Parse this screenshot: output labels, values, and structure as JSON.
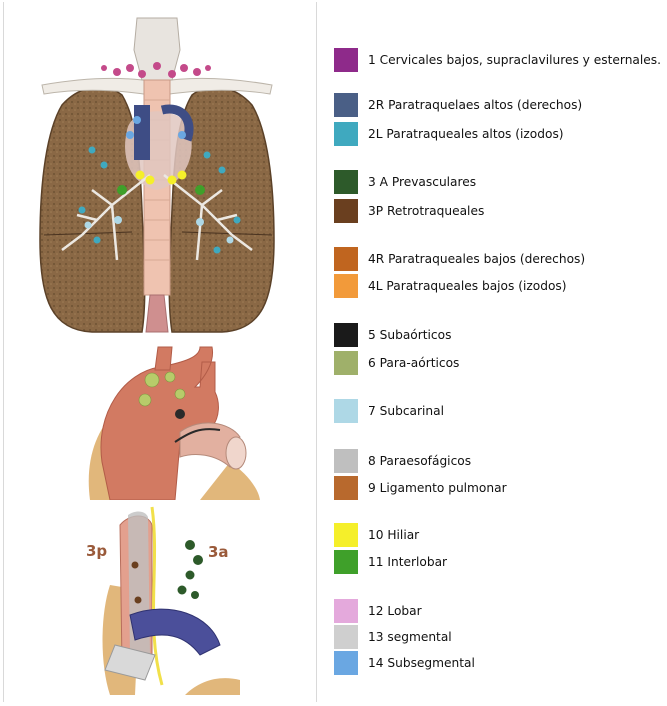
{
  "legend": [
    {
      "label": "1 Cervicales bajos, supraclavilures y esternales.",
      "color": "#8e2a8a"
    },
    {
      "label": "2R Paratraquelaes altos (derechos)",
      "color": "#4a5f86"
    },
    {
      "label": "2L Paratraqueales altos (izodos)",
      "color": "#3fa9bf"
    },
    {
      "label": "3 A Prevasculares",
      "color": "#2d5a2a"
    },
    {
      "label": "3P Retrotraqueales",
      "color": "#6a3f1f"
    },
    {
      "label": "4R Paratraqueales bajos (derechos)",
      "color": "#c0651f"
    },
    {
      "label": "4L Paratraqueales bajos (izodos)",
      "color": "#f29a3a"
    },
    {
      "label": "5 Subaórticos",
      "color": "#1a1a1a"
    },
    {
      "label": "6 Para-aórticos",
      "color": "#9fb06a"
    },
    {
      "label": "7 Subcarinal",
      "color": "#aed8e6"
    },
    {
      "label": "8 Paraesofágicos",
      "color": "#bfbfbf"
    },
    {
      "label": "9 Ligamento pulmonar",
      "color": "#b8692d"
    },
    {
      "label": "10 Hiliar",
      "color": "#f5ef2a"
    },
    {
      "label": "11 Interlobar",
      "color": "#3fa02a"
    },
    {
      "label": "12 Lobar",
      "color": "#e4a9dc"
    },
    {
      "label": "13 segmental",
      "color": "#cfcfcf"
    },
    {
      "label": "14 Subsegmental",
      "color": "#6aa7e2"
    }
  ],
  "figure3": {
    "label_left": "3p",
    "label_right": "3a"
  }
}
